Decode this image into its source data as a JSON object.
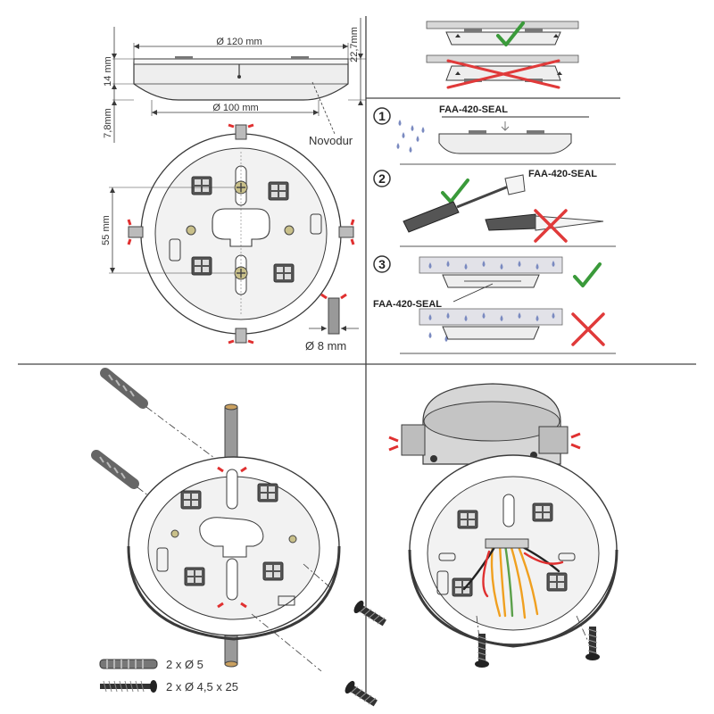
{
  "dimensions": {
    "outer_diameter": "Ø 120 mm",
    "inner_diameter": "Ø 100 mm",
    "height_upper": "14 mm",
    "height_lower": "7,8mm",
    "height_total": "22,7mm",
    "hole_spacing": "55 mm",
    "cable_diameter": "Ø 8 mm"
  },
  "material_label": "Novodur",
  "seal_steps": [
    {
      "number": "1",
      "label": "FAA-420-SEAL"
    },
    {
      "number": "2",
      "label": "FAA-420-SEAL"
    },
    {
      "number": "3",
      "label": "FAA-420-SEAL"
    }
  ],
  "hardware": {
    "dowel": "2 x Ø 5",
    "screw": "2 x Ø 4,5 x 25"
  },
  "colors": {
    "line": "#3a3a3a",
    "base_fill": "#eeeeee",
    "check": "#3a9a3a",
    "cross": "#e03a3a",
    "cable_red": "#e03030",
    "wire_orange": "#f0a020",
    "wire_green": "#5aa04a",
    "water": "#7a8ac0"
  },
  "icons": [
    "check-icon",
    "cross-icon",
    "screwdriver-icon",
    "knife-icon",
    "water-drop-icon",
    "dowel-icon",
    "screw-icon"
  ]
}
